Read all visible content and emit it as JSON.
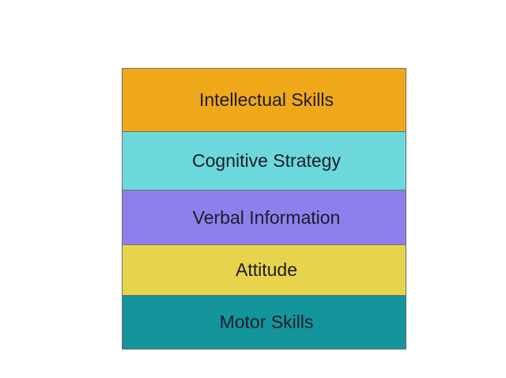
{
  "layers": [
    {
      "label": "Intellectual Skills",
      "color": "#efa81a"
    },
    {
      "label": "Cognitive Strategy",
      "color": "#6cd8dc"
    },
    {
      "label": "Verbal Information",
      "color": "#8e80ec"
    },
    {
      "label": "Attitude",
      "color": "#e8d44c"
    },
    {
      "label": "Motor Skills",
      "color": "#13959b"
    }
  ]
}
